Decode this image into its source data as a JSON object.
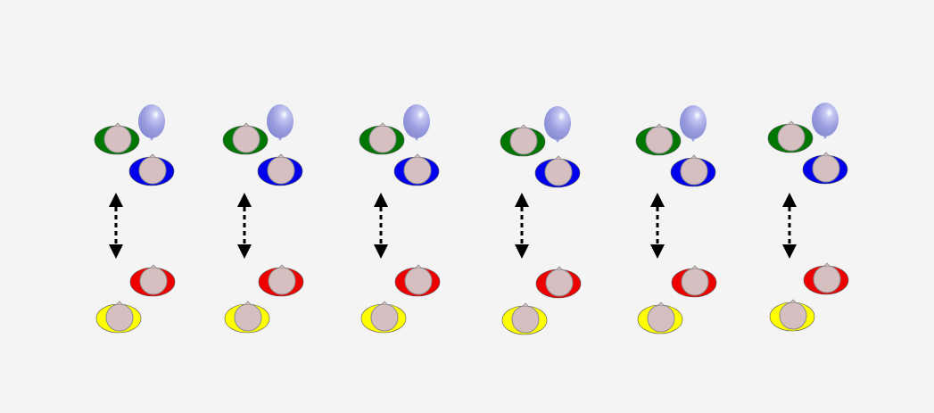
{
  "scene": {
    "background": "#f4f4f4",
    "head_color": "#d6bfc0",
    "head_outline": "#8a8a8a",
    "balloon_color": "#9b9fe0",
    "arrow_color": "#000000",
    "groups": [
      {
        "top": [
          {
            "color": "#007700"
          },
          {
            "color": "#0000ee"
          }
        ],
        "bottom": [
          {
            "color": "#ee0000"
          },
          {
            "color": "#ffff00"
          }
        ],
        "balloon": true,
        "arrow": "double-headed-dashed"
      },
      {
        "top": [
          {
            "color": "#007700"
          },
          {
            "color": "#0000ee"
          }
        ],
        "bottom": [
          {
            "color": "#ee0000"
          },
          {
            "color": "#ffff00"
          }
        ],
        "balloon": true,
        "arrow": "double-headed-dashed"
      },
      {
        "top": [
          {
            "color": "#007700"
          },
          {
            "color": "#0000ee"
          }
        ],
        "bottom": [
          {
            "color": "#ee0000"
          },
          {
            "color": "#ffff00"
          }
        ],
        "balloon": true,
        "arrow": "double-headed-dashed"
      },
      {
        "top": [
          {
            "color": "#007700"
          },
          {
            "color": "#0000ee"
          }
        ],
        "bottom": [
          {
            "color": "#ee0000"
          },
          {
            "color": "#ffff00"
          }
        ],
        "balloon": true,
        "arrow": "double-headed-dashed"
      },
      {
        "top": [
          {
            "color": "#007700"
          },
          {
            "color": "#0000ee"
          }
        ],
        "bottom": [
          {
            "color": "#ee0000"
          },
          {
            "color": "#ffff00"
          }
        ],
        "balloon": true,
        "arrow": "double-headed-dashed"
      },
      {
        "top": [
          {
            "color": "#007700"
          },
          {
            "color": "#0000ee"
          }
        ],
        "bottom": [
          {
            "color": "#ee0000"
          },
          {
            "color": "#ffff00"
          }
        ],
        "balloon": true,
        "arrow": "double-headed-dashed"
      }
    ]
  }
}
